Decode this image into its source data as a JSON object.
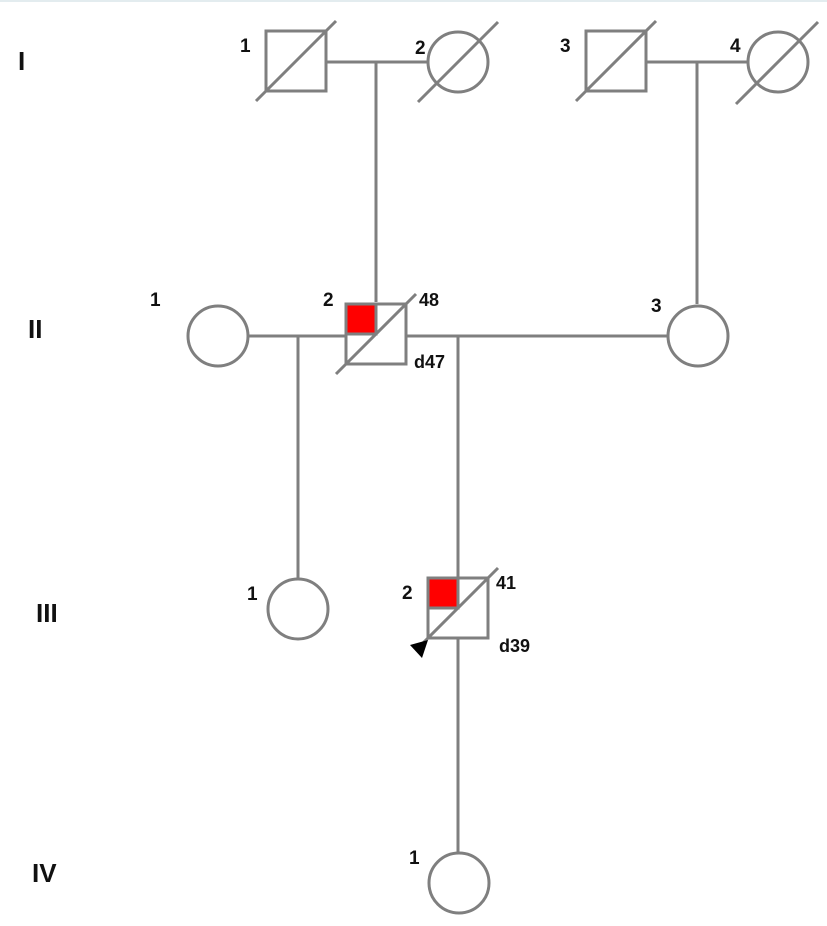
{
  "generations": [
    {
      "id": "gen-1",
      "label": "I"
    },
    {
      "id": "gen-2",
      "label": "II"
    },
    {
      "id": "gen-3",
      "label": "III"
    },
    {
      "id": "gen-4",
      "label": "IV"
    }
  ],
  "individuals": [
    {
      "id": "I-1",
      "number": "1",
      "sex": "male",
      "deceased": true,
      "affected": false,
      "age": "",
      "death": ""
    },
    {
      "id": "I-2",
      "number": "2",
      "sex": "female",
      "deceased": true,
      "affected": false,
      "age": "",
      "death": ""
    },
    {
      "id": "I-3",
      "number": "3",
      "sex": "male",
      "deceased": true,
      "affected": false,
      "age": "",
      "death": ""
    },
    {
      "id": "I-4",
      "number": "4",
      "sex": "female",
      "deceased": true,
      "affected": false,
      "age": "",
      "death": ""
    },
    {
      "id": "II-1",
      "number": "1",
      "sex": "female",
      "deceased": false,
      "affected": false,
      "age": "",
      "death": ""
    },
    {
      "id": "II-2",
      "number": "2",
      "sex": "male",
      "deceased": true,
      "affected": true,
      "age": "48",
      "death": "d47"
    },
    {
      "id": "II-3",
      "number": "3",
      "sex": "female",
      "deceased": false,
      "affected": false,
      "age": "",
      "death": ""
    },
    {
      "id": "III-1",
      "number": "1",
      "sex": "female",
      "deceased": false,
      "affected": false,
      "age": "",
      "death": ""
    },
    {
      "id": "III-2",
      "number": "2",
      "sex": "male",
      "deceased": true,
      "affected": true,
      "proband": true,
      "age": "41",
      "death": "d39"
    },
    {
      "id": "IV-1",
      "number": "1",
      "sex": "female",
      "deceased": false,
      "affected": false,
      "age": "",
      "death": ""
    }
  ],
  "colors": {
    "line": "#7f7f7f",
    "affected": "#ff0000",
    "text": "#111111",
    "proband_arrow": "#000000"
  }
}
